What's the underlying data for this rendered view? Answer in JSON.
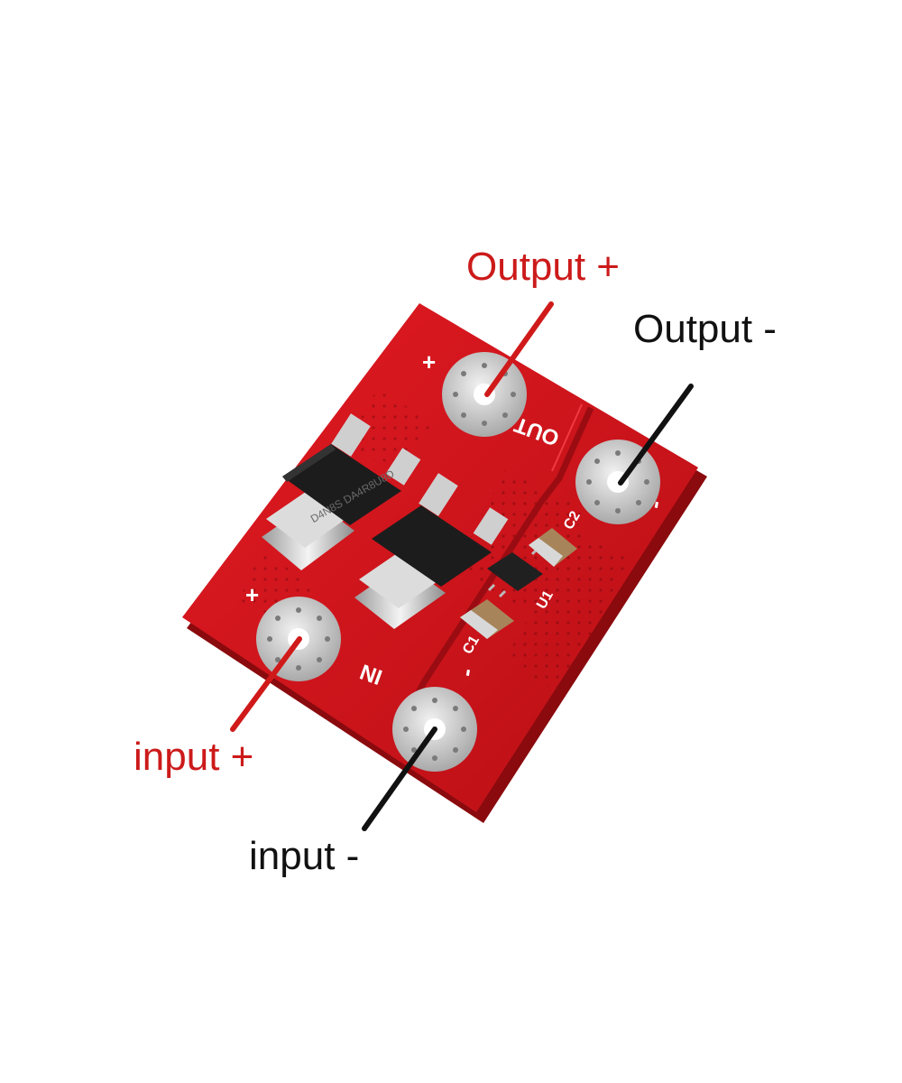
{
  "labels": {
    "output_plus": "Output +",
    "output_minus": "Output -",
    "input_plus": "input +",
    "input_minus": "input -"
  },
  "board_silkscreen": {
    "out_plus": "+",
    "out_minus": "-",
    "out_label": "OUT",
    "in_plus": "+",
    "in_minus": "-",
    "in_label": "IN",
    "c1": "C1",
    "c2": "C2",
    "u1": "U1",
    "mosfet_marking": "D4N8S DA4R8U8D"
  },
  "colors": {
    "board": "#d6141c",
    "board_dark": "#a80d12",
    "label_red": "#cc1a1a",
    "label_black": "#111111"
  }
}
